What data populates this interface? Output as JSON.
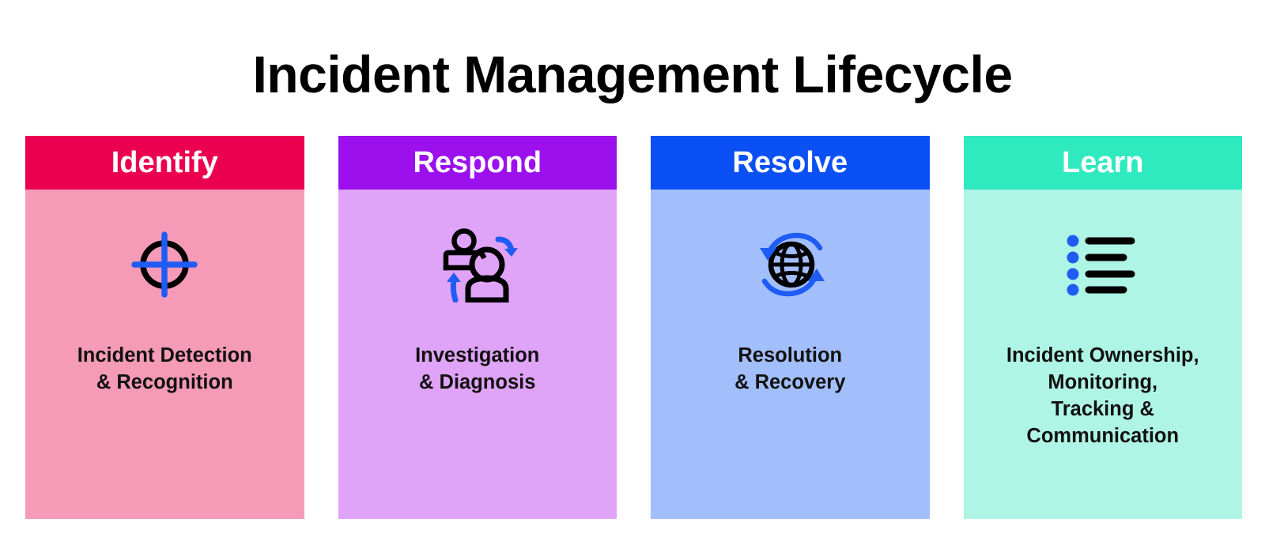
{
  "title": "Incident Management Lifecycle",
  "palette": {
    "page_background": "#ffffff",
    "title_color": "#000000",
    "icon_accent": "#1f5cf5",
    "icon_dark": "#000000",
    "description_color": "#111111",
    "header_text_color": "#ffffff"
  },
  "cards": [
    {
      "label": "Identify",
      "header_color": "#ea004e",
      "body_color": "#f59ab7",
      "icon": "crosshair-target-icon",
      "description": "Incident Detection\n& Recognition"
    },
    {
      "label": "Respond",
      "header_color": "#9b10ec",
      "body_color": "#dfa3f7",
      "icon": "people-handoff-icon",
      "description": "Investigation\n& Diagnosis"
    },
    {
      "label": "Resolve",
      "header_color": "#0a50f5",
      "body_color": "#a2bffc",
      "icon": "globe-refresh-icon",
      "description": "Resolution\n& Recovery"
    },
    {
      "label": "Learn",
      "header_color": "#2fe9bf",
      "body_color": "#aff5e5",
      "icon": "bullet-list-icon",
      "description": "Incident Ownership,\nMonitoring,\nTracking &\nCommunication"
    }
  ]
}
